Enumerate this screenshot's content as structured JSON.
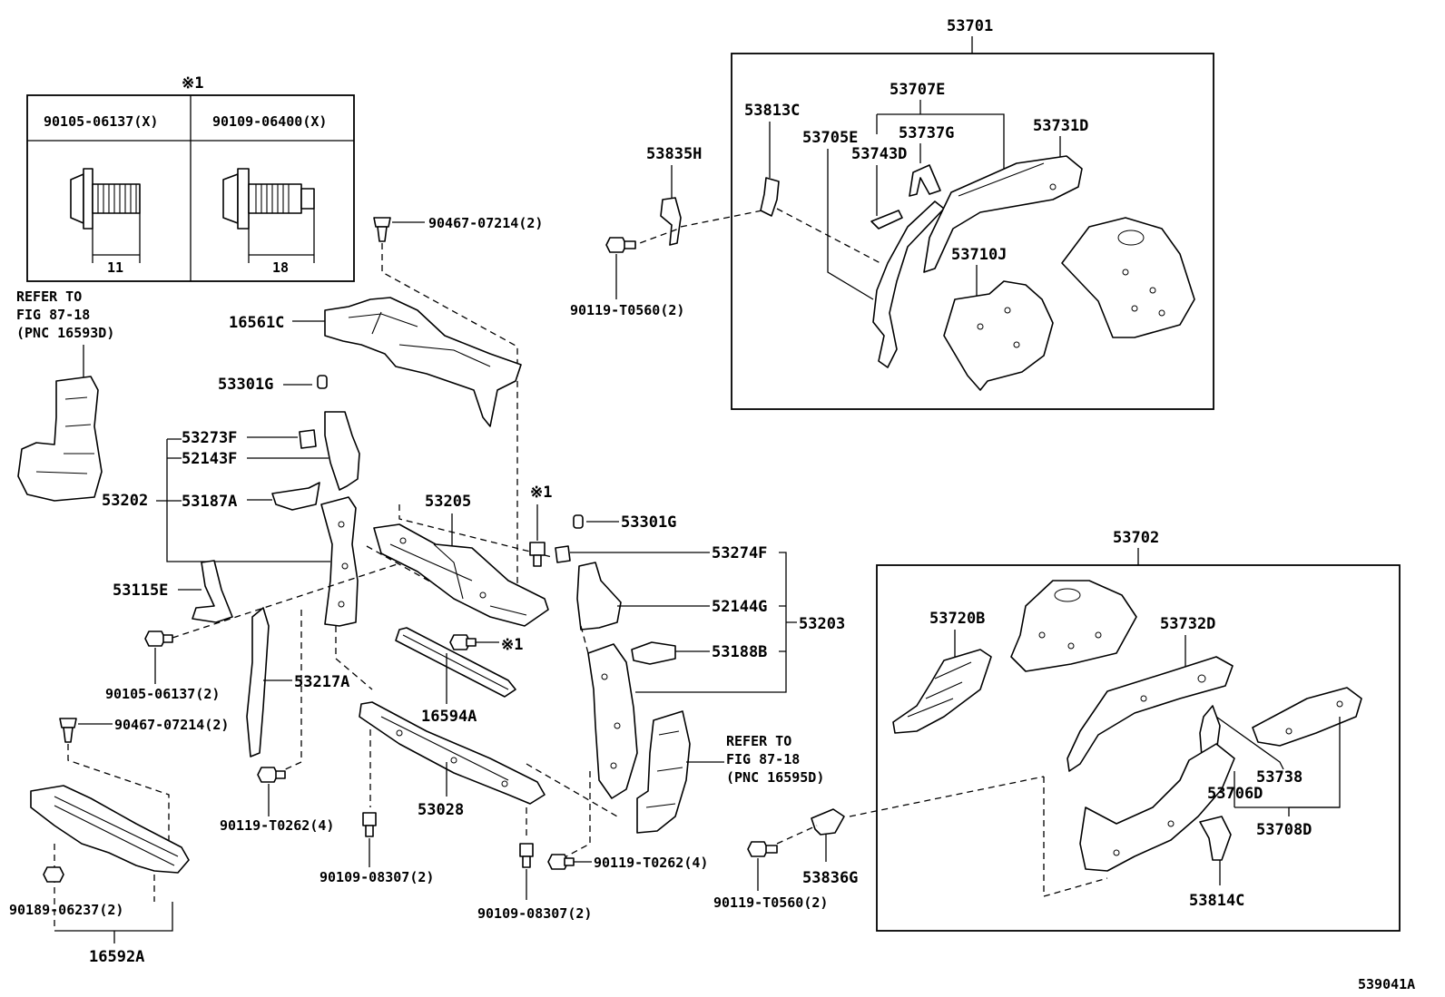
{
  "inset": {
    "marker": "※1",
    "parts": [
      {
        "number": "90105-06137(X)",
        "dimension": "11"
      },
      {
        "number": "90109-06400(X)",
        "dimension": "18"
      }
    ]
  },
  "labels": {
    "asm_53701": "53701",
    "asm_53702": "53702",
    "p53707E": "53707E",
    "p53813C": "53813C",
    "p53705E": "53705E",
    "p53737G": "53737G",
    "p53743D": "53743D",
    "p53731D": "53731D",
    "p53835H": "53835H",
    "p53710J": "53710J",
    "b90467_top": "90467-07214(2)",
    "b90119_T0560_top": "90119-T0560(2)",
    "p16561C": "16561C",
    "p53301G_left": "53301G",
    "p53273F": "53273F",
    "p52143F": "52143F",
    "p53202": "53202",
    "p53187A": "53187A",
    "p53205": "53205",
    "marker_mid": "※1",
    "p53301G_right": "53301G",
    "p53274F": "53274F",
    "p52144G": "52144G",
    "p53203": "53203",
    "p53188B": "53188B",
    "p53115E": "53115E",
    "marker_bolt": "※1",
    "b90105_06137": "90105-06137(2)",
    "p53217A": "53217A",
    "p16594A": "16594A",
    "b90467_bottom": "90467-07214(2)",
    "p53028": "53028",
    "b90119_T0262_left": "90119-T0262(4)",
    "b90109_08307_left": "90109-08307(2)",
    "b90109_08307_right": "90109-08307(2)",
    "b90119_T0262_right": "90119-T0262(4)",
    "b90189_06237": "90189-06237(2)",
    "p16592A": "16592A",
    "p53720B": "53720B",
    "p53732D": "53732D",
    "p53738": "53738",
    "p53706D": "53706D",
    "p53708D": "53708D",
    "p53814C": "53814C",
    "p53836G": "53836G",
    "b90119_T0560_bottom": "90119-T0560(2)",
    "diagram_id": "539041A"
  },
  "refer_left": [
    "REFER TO",
    "FIG 87-18",
    "(PNC 16593D)"
  ],
  "refer_right": [
    "REFER TO",
    "FIG 87-18",
    "(PNC 16595D)"
  ]
}
